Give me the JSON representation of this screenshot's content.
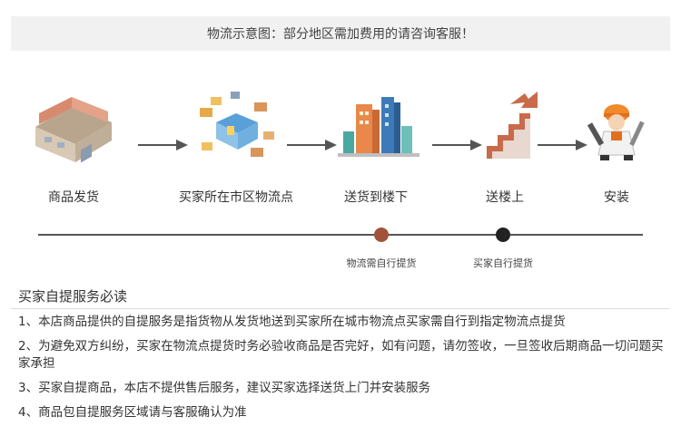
{
  "banner": {
    "text": "物流示意图：部分地区需加费用的请咨询客服！"
  },
  "steps": [
    {
      "label": "商品发货",
      "icon": "warehouse-icon"
    },
    {
      "label": "买家所在市区物流点",
      "icon": "logistics-hub-icon"
    },
    {
      "label": "送货到楼下",
      "icon": "buildings-icon"
    },
    {
      "label": "送楼上",
      "icon": "stairs-icon"
    },
    {
      "label": "安装",
      "icon": "installer-icon"
    }
  ],
  "timeline": {
    "dots": [
      {
        "label": "物流需自行提货",
        "color": "#a0533a"
      },
      {
        "label": "买家自行提货",
        "color": "#222222"
      }
    ]
  },
  "notes": {
    "title": "买家自提服务必读",
    "items": [
      "1、本店商品提供的自提服务是指货物从发货地送到买家所在城市物流点买家需自行到指定物流点提货",
      "2、为避免双方纠纷，买家在物流点提货时务必验收商品是否完好，如有问题，请勿签收，一旦签收后期商品一切问题买家承担",
      "3、买家自提商品，本店不提供售后服务，建议买家选择送货上门并安装服务",
      "4、商品包自提服务区域请与客服确认为准"
    ]
  },
  "colors": {
    "accent": "#e05a1e",
    "arrow": "#555555",
    "orange_stair": "#c96a4a"
  }
}
